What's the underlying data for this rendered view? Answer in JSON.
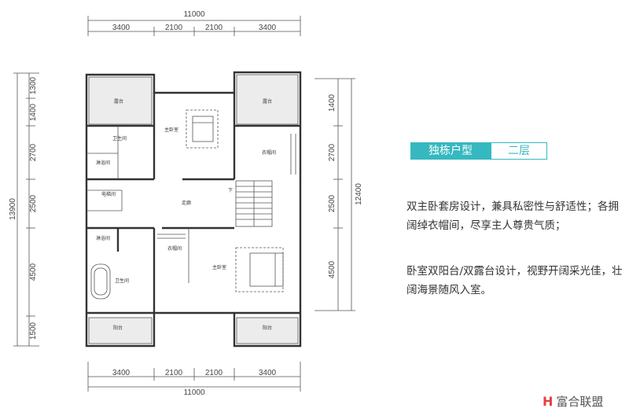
{
  "dims": {
    "top_total": "11000",
    "top_segments": [
      "3400",
      "2100",
      "2100",
      "3400"
    ],
    "bottom_total": "11000",
    "bottom_segments": [
      "3400",
      "2100",
      "2100",
      "3400"
    ],
    "left_total": "13900",
    "left_segments": [
      "1300",
      "1400",
      "2700",
      "2500",
      "4500",
      "1500"
    ],
    "right_total": "12400",
    "right_segments": [
      "1400",
      "2700",
      "2500",
      "4500"
    ]
  },
  "rooms": {
    "terrace_left": "露台",
    "terrace_right": "露台",
    "master_bedroom_top": "主卧室",
    "bathroom_top": "卫生间",
    "shower_top": "淋浴间",
    "wardrobe_top": "衣帽间",
    "lift": "电梯间",
    "corridor": "走廊",
    "stair_mark": "下",
    "shower_bottom": "淋浴间",
    "bathroom_bottom": "卫生间",
    "wardrobe_bottom": "衣帽间",
    "master_bedroom_bottom": "主卧室",
    "balcony_left": "阳台",
    "balcony_right": "阳台"
  },
  "tag": {
    "type": "独栋户型",
    "floor": "二层"
  },
  "description": {
    "p1": "双主卧套房设计，兼具私密性与舒适性；各拥阔绰衣帽间，尽享主人尊贵气质；",
    "p2": "卧室双阳台/双露台设计，视野开阔采光佳，壮阔海景随风入室。"
  },
  "brand": {
    "mark": "H",
    "name": "富合联盟"
  },
  "colors": {
    "accent": "#35b8c0",
    "brand": "#e54040"
  }
}
